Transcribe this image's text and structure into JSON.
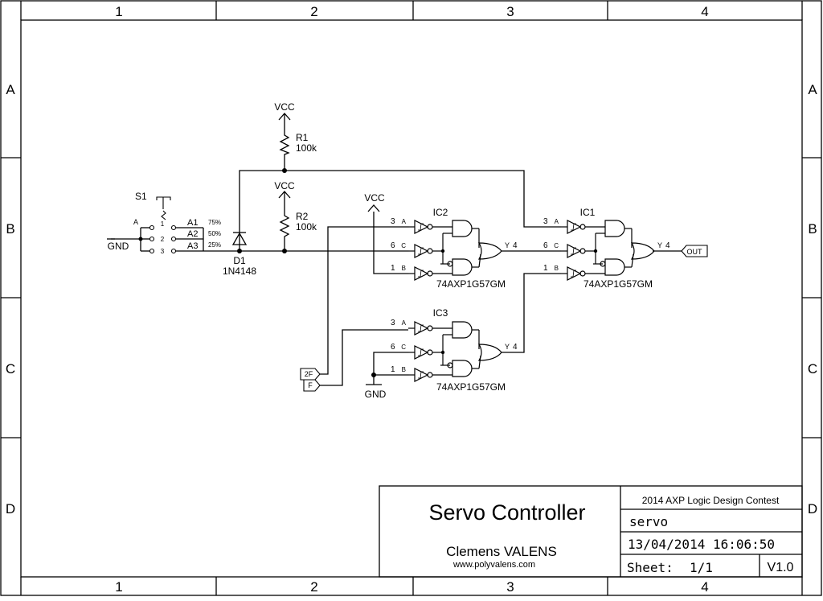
{
  "border": {
    "columns": [
      "1",
      "2",
      "3",
      "4"
    ],
    "rows": [
      "A",
      "B",
      "C",
      "D"
    ]
  },
  "power": {
    "vcc_label": "VCC",
    "gnd_label": "GND"
  },
  "switch": {
    "ref": "S1",
    "common_label": "A",
    "pins": [
      "1",
      "2",
      "3"
    ],
    "nets": [
      "A1",
      "A2",
      "A3"
    ],
    "percents": [
      "75%",
      "50%",
      "25%"
    ]
  },
  "diode": {
    "ref": "D1",
    "value": "1N4148"
  },
  "resistors": [
    {
      "ref": "R1",
      "value": "100k"
    },
    {
      "ref": "R2",
      "value": "100k"
    }
  ],
  "gate_part": "74AXP1G57GM",
  "ics": [
    {
      "ref": "IC2",
      "pins": {
        "a": "3",
        "c": "6",
        "b": "1",
        "y": "4"
      }
    },
    {
      "ref": "IC1",
      "pins": {
        "a": "3",
        "c": "6",
        "b": "1",
        "y": "4"
      }
    },
    {
      "ref": "IC3",
      "pins": {
        "a": "3",
        "c": "6",
        "b": "1",
        "y": "4"
      }
    }
  ],
  "gate_input_letters": {
    "a": "A",
    "c": "C",
    "b": "B",
    "y": "Y"
  },
  "ports": {
    "out": "OUT",
    "f2": "2F",
    "f": "F"
  },
  "title_block": {
    "title": "Servo Controller",
    "author": "Clemens VALENS",
    "website": "www.polyvalens.com",
    "contest": "2014 AXP Logic Design Contest",
    "filename": "servo",
    "datetime": "13/04/2014 16:06:50",
    "sheet_label": "Sheet:",
    "sheet_value": "1/1",
    "version": "V1.0"
  }
}
